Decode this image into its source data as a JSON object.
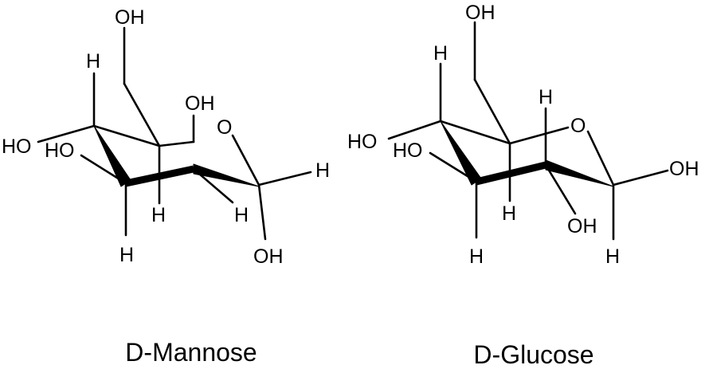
{
  "structures": [
    {
      "name": "D-Mannose",
      "labels": {
        "ch2oh": "OH",
        "h_c4": "H",
        "ho_c4": "HO",
        "ho_c3": "HO",
        "oh_c2": "OH",
        "ring_o": "O",
        "h_c1": "H",
        "h_c2": "H",
        "h_c5": "H",
        "h_c3": "H",
        "oh_c1": "OH"
      }
    },
    {
      "name": "D-Glucose",
      "labels": {
        "ch2oh": "OH",
        "h_c4": "H",
        "ho_c4": "HO",
        "ho_c3": "HO",
        "h_c2": "H",
        "ring_o": "O",
        "oh_c1": "OH",
        "h_c5": "H",
        "oh_c2": "OH",
        "h_c3": "H",
        "h_c1": "H"
      }
    }
  ]
}
